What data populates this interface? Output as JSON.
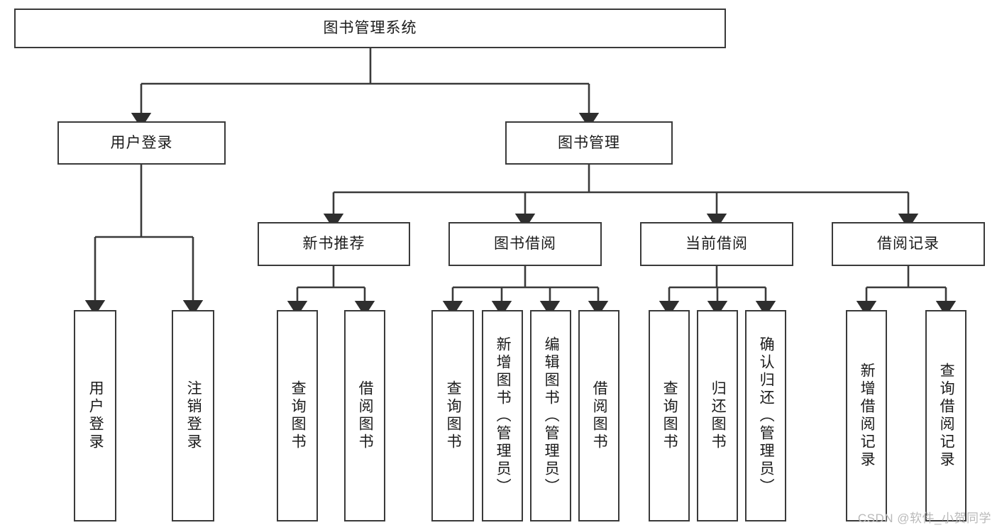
{
  "diagram": {
    "title": "图书管理系统",
    "root": {
      "label": "图书管理系统"
    },
    "level2": [
      {
        "label": "用户登录"
      },
      {
        "label": "图书管理"
      }
    ],
    "level3": [
      {
        "label": "新书推荐"
      },
      {
        "label": "图书借阅"
      },
      {
        "label": "当前借阅"
      },
      {
        "label": "借阅记录"
      }
    ],
    "leaves": {
      "user_login": [
        {
          "label": "用户登录"
        },
        {
          "label": "注销登录"
        }
      ],
      "new_book_recommend": [
        {
          "label": "查询图书"
        },
        {
          "label": "借阅图书"
        }
      ],
      "book_borrow": [
        {
          "label": "查询图书"
        },
        {
          "label": "新增图书（管理员）"
        },
        {
          "label": "编辑图书（管理员）"
        },
        {
          "label": "借阅图书"
        }
      ],
      "current_borrow": [
        {
          "label": "查询图书"
        },
        {
          "label": "归还图书"
        },
        {
          "label": "确认归还（管理员）"
        }
      ],
      "borrow_record": [
        {
          "label": "新增借阅记录"
        },
        {
          "label": "查询借阅记录"
        }
      ]
    }
  },
  "watermark": {
    "text": "CSDN @软件_小贺同学"
  },
  "colors": {
    "stroke": "#3a3a3a",
    "box_fill": "#ffffff",
    "text": "#1b1b1b",
    "watermark": "#b9b9b9"
  }
}
